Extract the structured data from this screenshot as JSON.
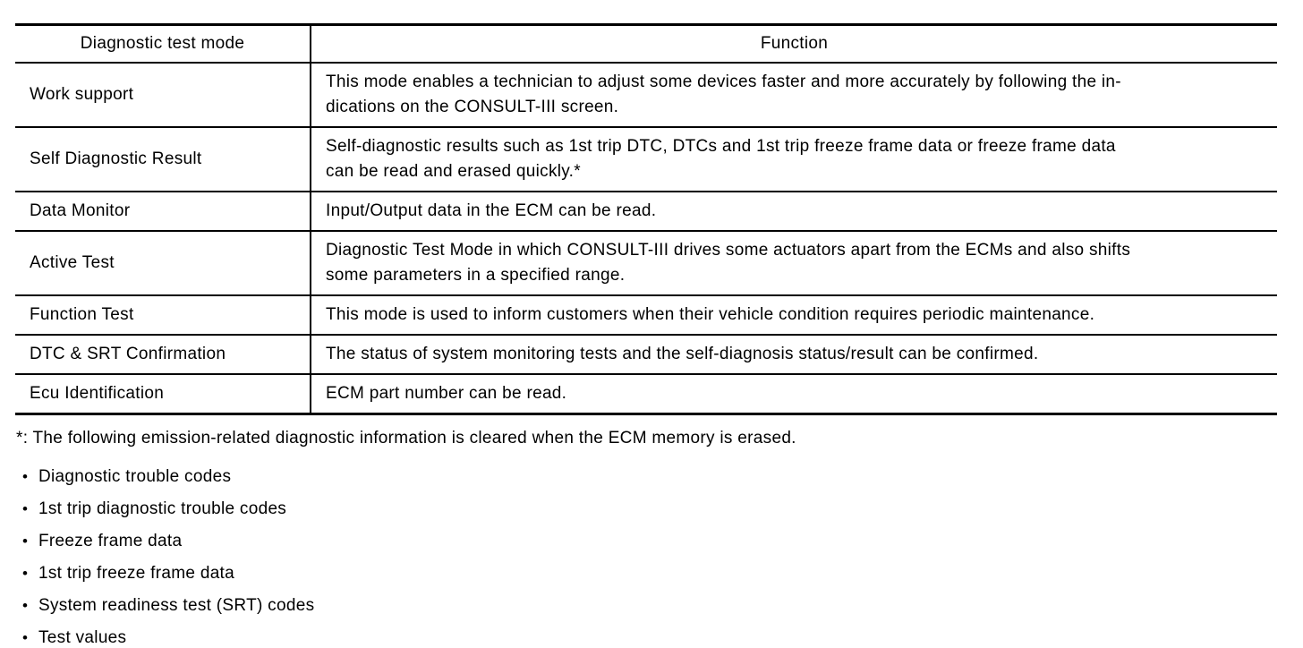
{
  "colors": {
    "text": "#000000",
    "background": "#ffffff",
    "border": "#000000"
  },
  "table": {
    "headers": [
      "Diagnostic test mode",
      "Function"
    ],
    "rows": [
      {
        "mode": "Work support",
        "function": "This mode enables a technician to adjust some devices faster and more accurately by following the in-\ndications on the CONSULT-III screen."
      },
      {
        "mode": "Self Diagnostic Result",
        "function": "Self-diagnostic results such as 1st trip DTC, DTCs and 1st trip freeze frame data or freeze frame data\ncan be read and erased quickly.*"
      },
      {
        "mode": "Data Monitor",
        "function": "Input/Output data in the ECM can be read."
      },
      {
        "mode": "Active Test",
        "function": "Diagnostic Test Mode in which CONSULT-III drives some actuators apart from the ECMs and also shifts\nsome parameters in a specified range."
      },
      {
        "mode": "Function Test",
        "function": "This mode is used to inform customers when their vehicle condition requires periodic maintenance."
      },
      {
        "mode": "DTC & SRT Confirmation",
        "function": "The status of system monitoring tests and the self-diagnosis status/result can be confirmed."
      },
      {
        "mode": "Ecu Identification",
        "function": "ECM part number can be read."
      }
    ]
  },
  "footnote": "*: The following emission-related diagnostic information is cleared when the ECM memory is erased.",
  "bullet_glyph": "•",
  "bullets": [
    "Diagnostic trouble codes",
    "1st trip diagnostic trouble codes",
    "Freeze frame data",
    "1st trip freeze frame data",
    "System readiness test (SRT) codes",
    "Test values"
  ]
}
